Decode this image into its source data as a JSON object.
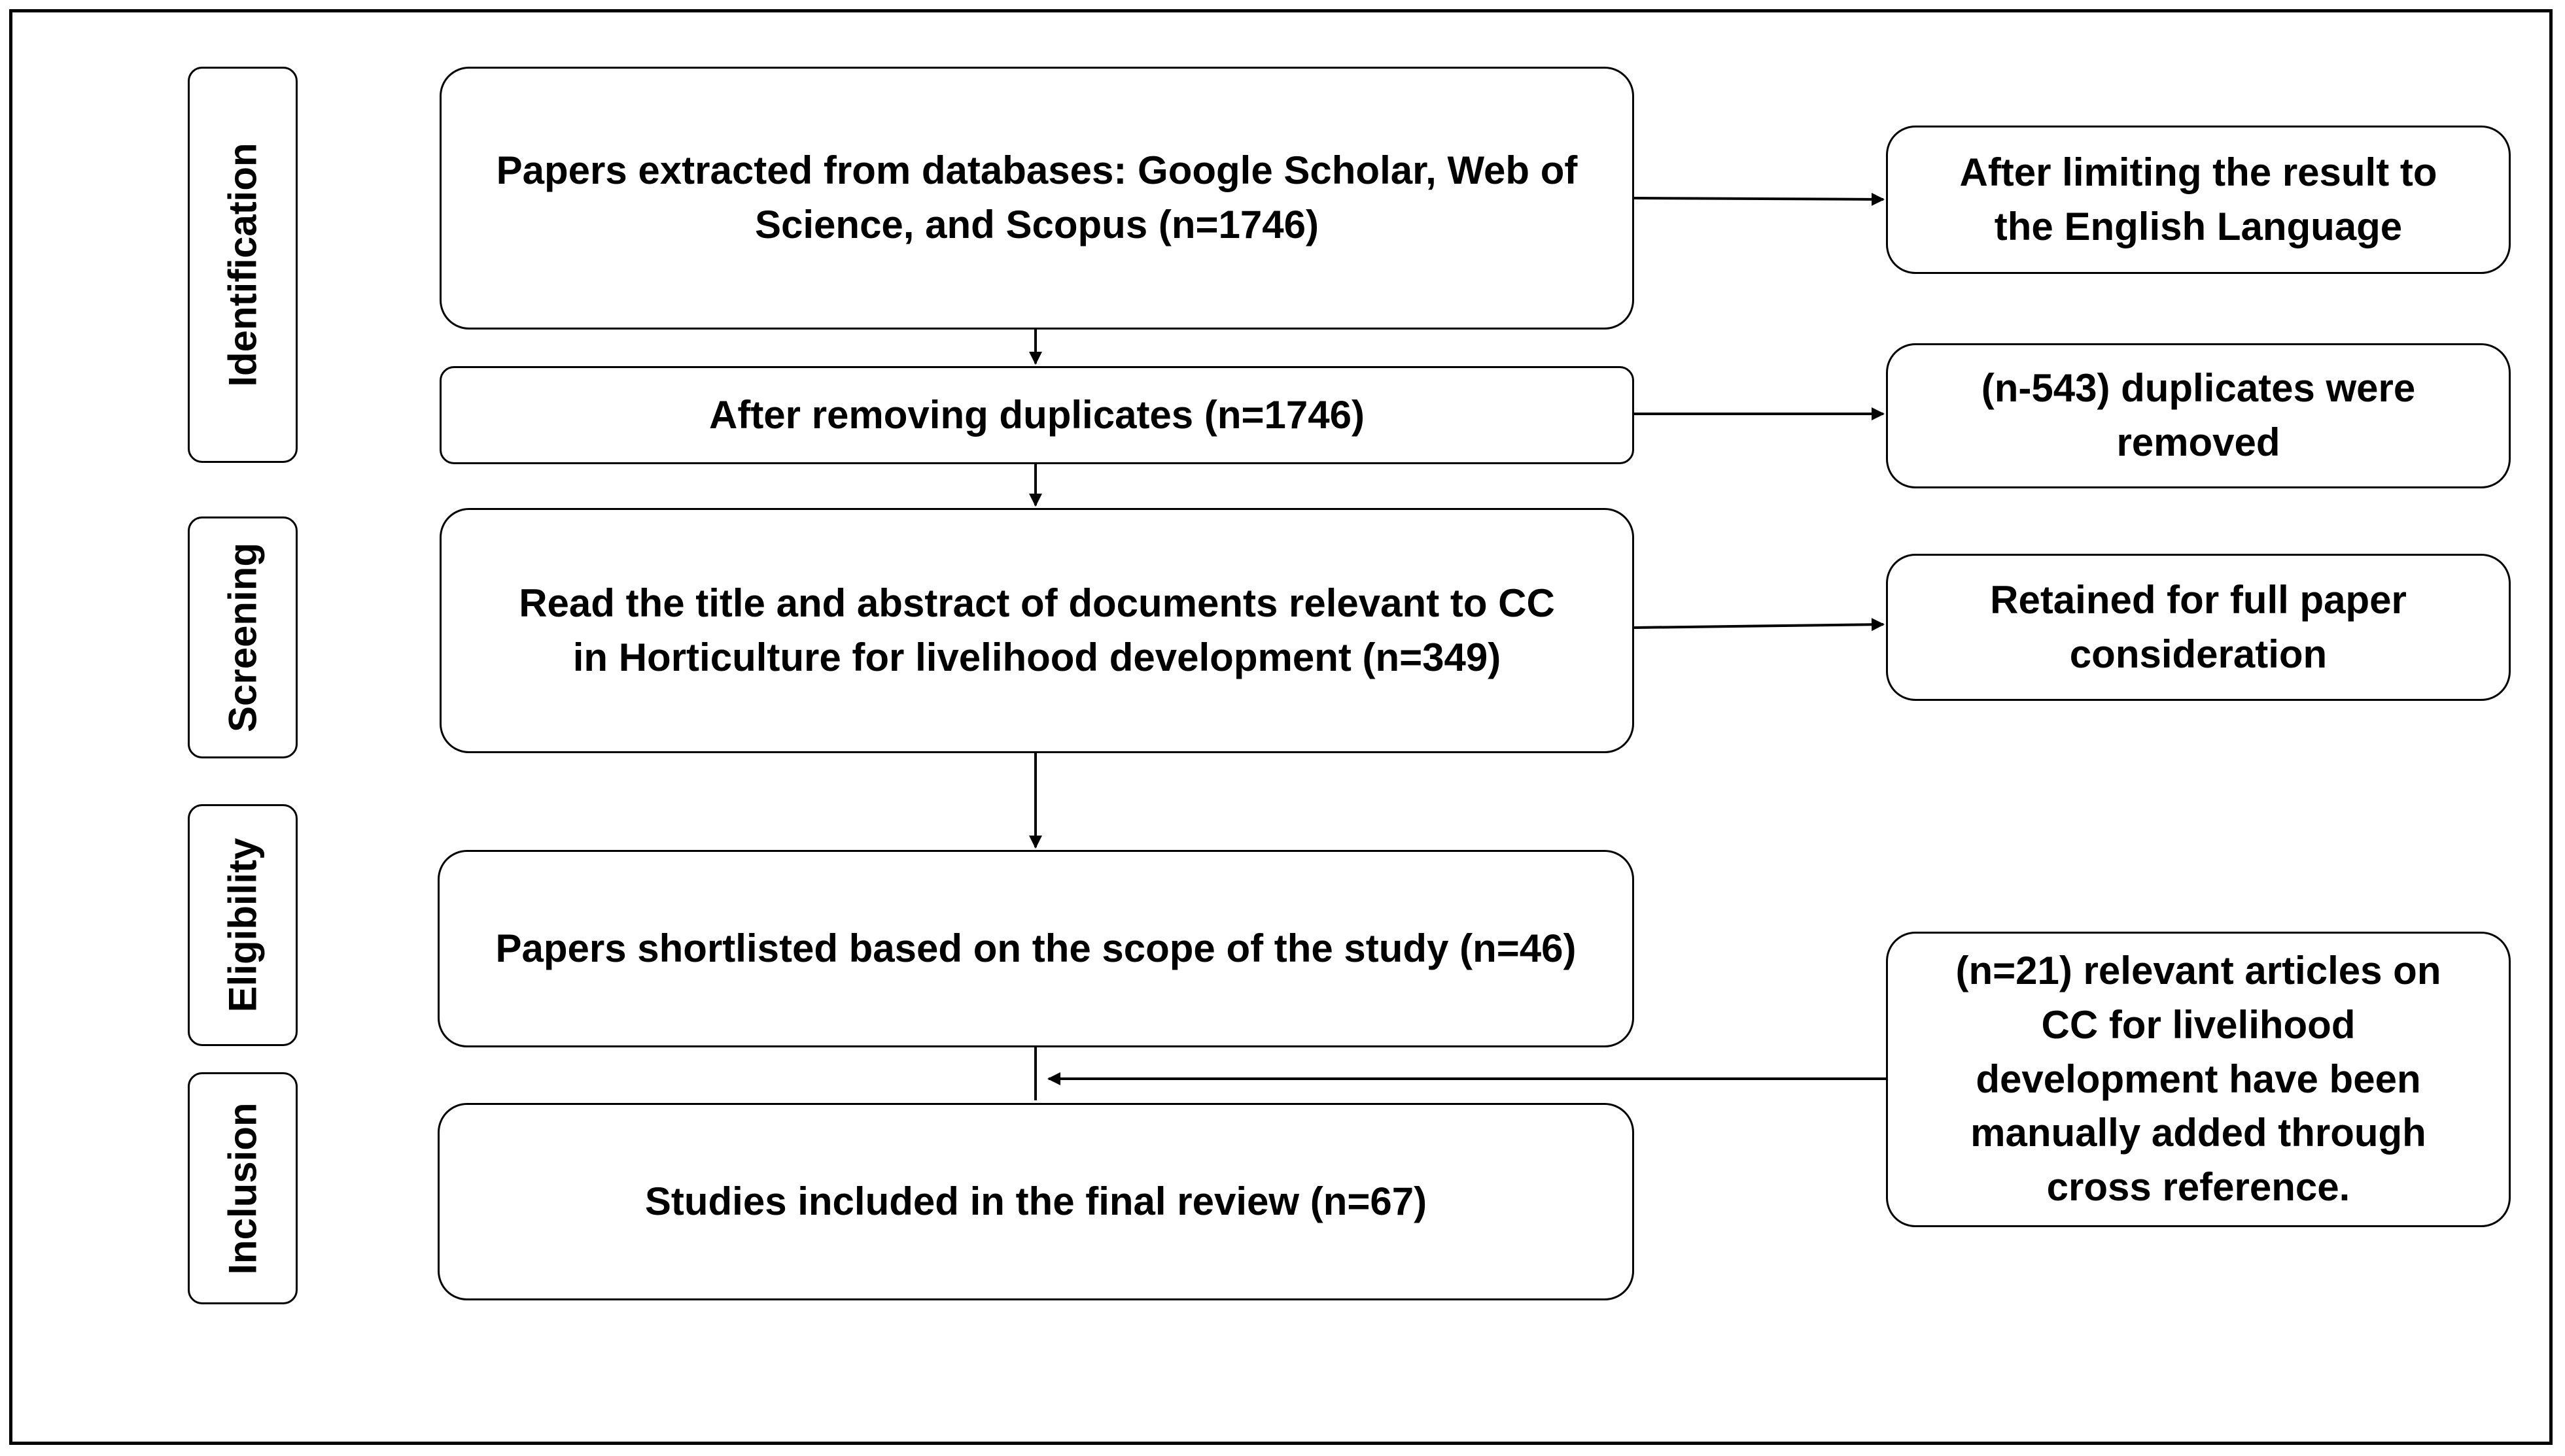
{
  "stages": {
    "identification": "Identification",
    "screening": "Screening",
    "eligibility": "Eligibility",
    "inclusion": "Inclusion"
  },
  "main_boxes": {
    "extracted": "Papers extracted from databases: Google Scholar, Web of\nScience, and Scopus (n=1746)",
    "duplicates": "After removing duplicates (n=1746)",
    "screening": "Read the title and abstract of documents relevant to CC\nin Horticulture for livelihood development (n=349)",
    "shortlisted": "Papers shortlisted based on the scope of the study (n=46)",
    "included": "Studies included in the final review (n=67)"
  },
  "side_boxes": {
    "english": "After limiting the result to\nthe English Language",
    "removed": "(n-543) duplicates were\nremoved",
    "retained": "Retained for full paper\nconsideration",
    "added": "(n=21) relevant articles on\nCC for livelihood\ndevelopment have been\nmanually added through\ncross reference."
  }
}
